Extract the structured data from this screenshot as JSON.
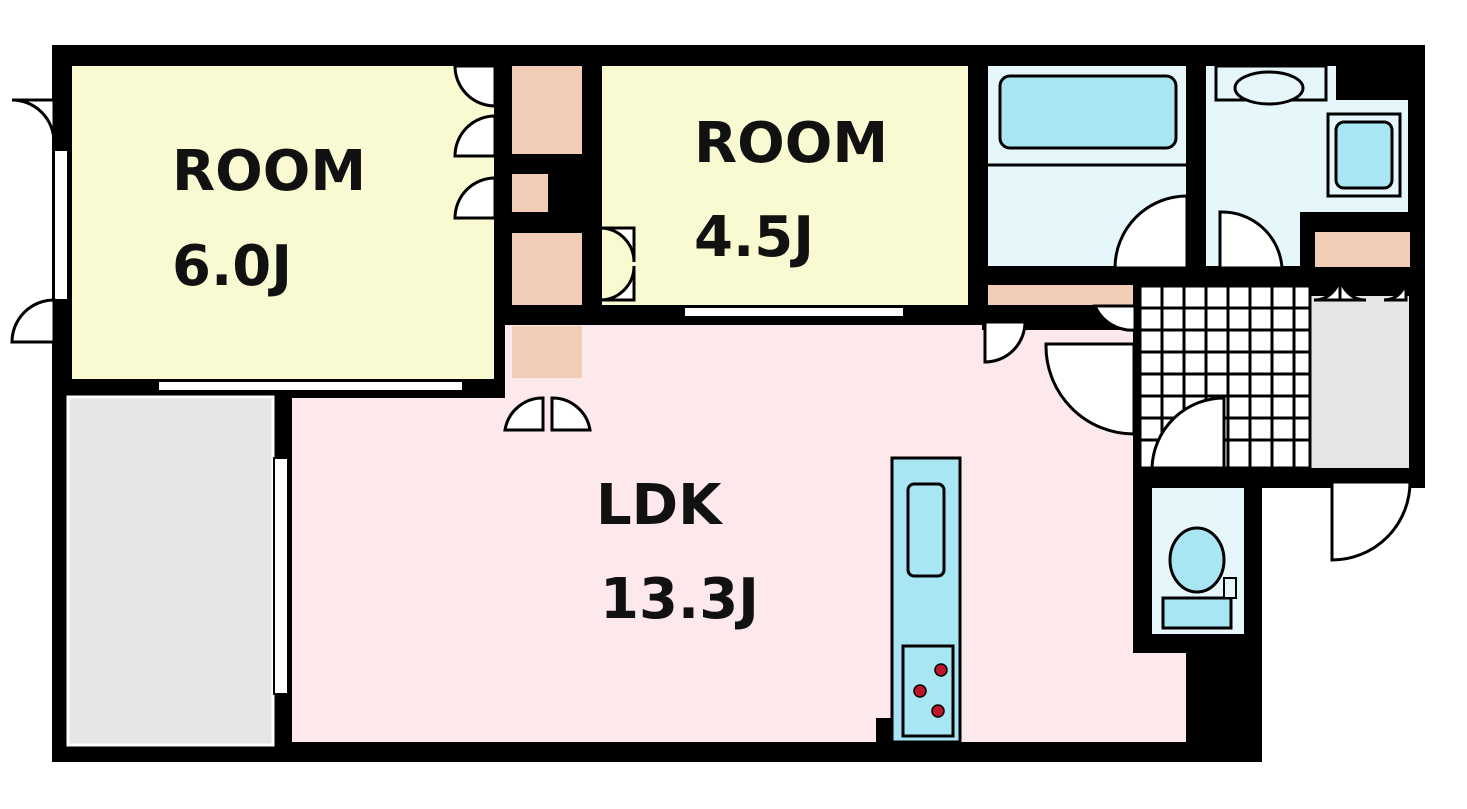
{
  "rooms": {
    "room1": {
      "name": "ROOM",
      "size": "6.0J"
    },
    "room2": {
      "name": "ROOM",
      "size": "4.5J"
    },
    "ldk": {
      "name": "LDK",
      "size": "13.3J"
    }
  },
  "colors": {
    "wall": "#000000",
    "room1_floor": "#fafad2",
    "room2_floor": "#fafad2",
    "ldk_floor": "#fde8ec",
    "balcony": "#e6e6e6",
    "wet_area": "#e6f7fb",
    "fixture": "#a8e6f4",
    "closet": "#f0cdb4",
    "entry_storage": "#e6e6e6"
  }
}
